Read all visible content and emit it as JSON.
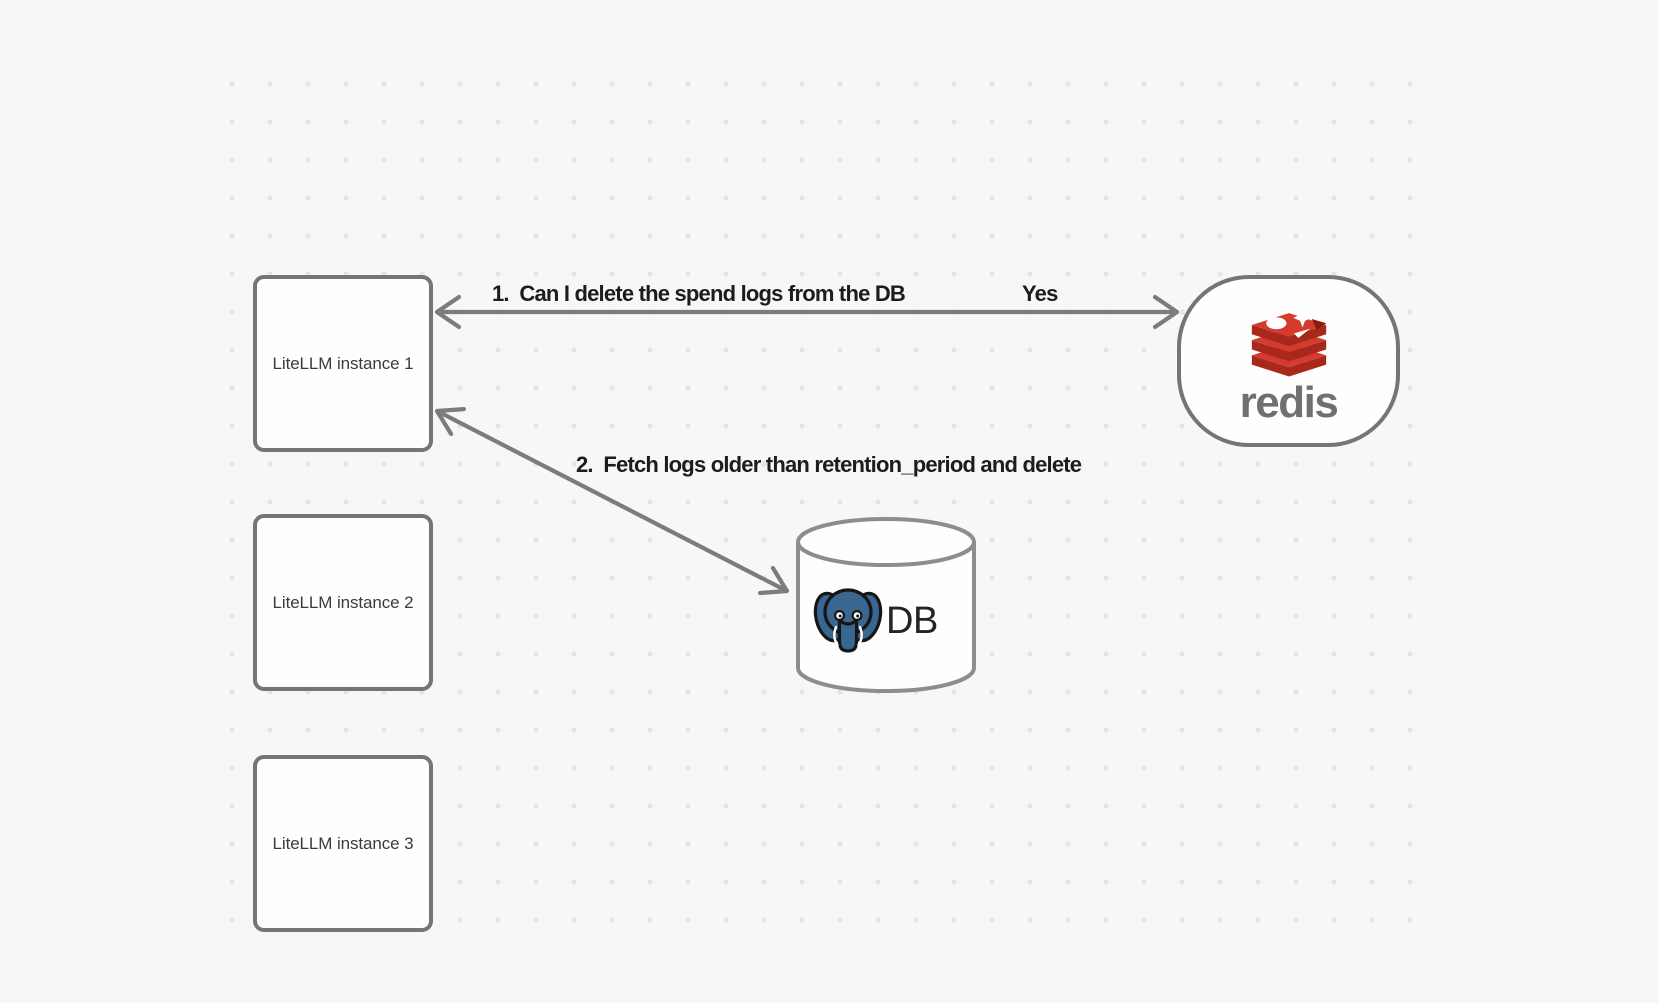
{
  "nodes": {
    "instances": [
      {
        "label": "LiteLLM instance 1"
      },
      {
        "label": "LiteLLM instance 2"
      },
      {
        "label": "LiteLLM instance 3"
      }
    ],
    "redis": {
      "wordmark": "redis"
    },
    "db": {
      "label": "DB"
    }
  },
  "edges": [
    {
      "label": "1.  Can I delete the spend logs from the DB",
      "reply": "Yes",
      "from": "LiteLLM instance 1",
      "to": "redis",
      "style": "double-headed-arrow"
    },
    {
      "label": "2.  Fetch logs older than retention_period and delete",
      "from": "LiteLLM instance 1",
      "to": "DB",
      "style": "double-headed-arrow"
    }
  ],
  "colors": {
    "canvas_background": "#f8f7f6",
    "grid_dot": "#e7e5e3",
    "node_border": "#757575",
    "node_fill": "#fefefe",
    "arrow": "#7c7c7c",
    "edge_label_text": "#1c1c1c",
    "node_label_text": "#3b3b3b",
    "redis_red": "#d43b2d",
    "redis_red_dark": "#a8281c",
    "redis_wordmark": "#707070",
    "postgres_blue": "#39678f",
    "db_text": "#242424"
  }
}
